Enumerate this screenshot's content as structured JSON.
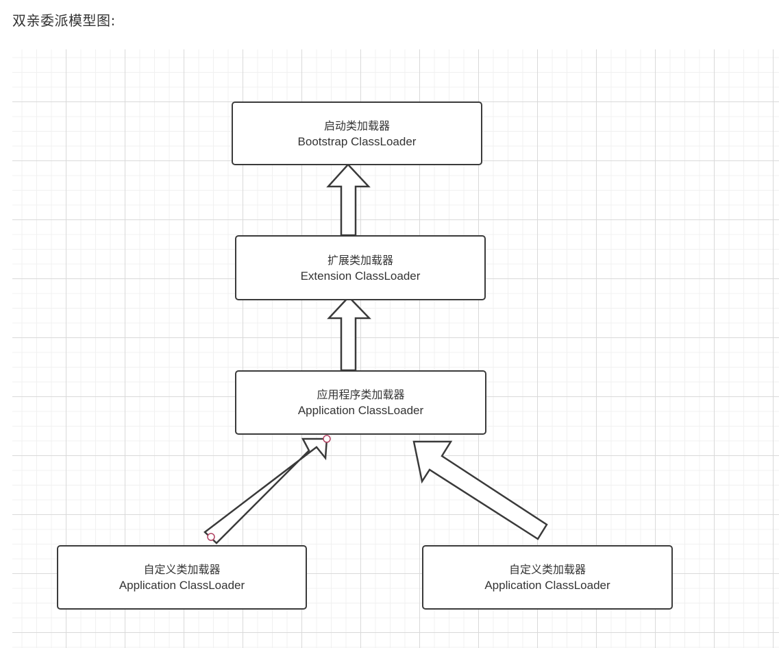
{
  "heading": "双亲委派模型图:",
  "nodes": {
    "bootstrap": {
      "cn": "启动类加载器",
      "en": "Bootstrap ClassLoader"
    },
    "extension": {
      "cn": "扩展类加载器",
      "en": "Extension ClassLoader"
    },
    "application": {
      "cn": "应用程序类加载器",
      "en": "Application ClassLoader"
    },
    "custom_left": {
      "cn": "自定义类加载器",
      "en": "Application ClassLoader"
    },
    "custom_right": {
      "cn": "自定义类加载器",
      "en": "Application ClassLoader"
    }
  },
  "colors": {
    "stroke": "#3a3a3a",
    "text": "#333333",
    "grid": "#d9d9d9",
    "handle": "#b04060"
  }
}
